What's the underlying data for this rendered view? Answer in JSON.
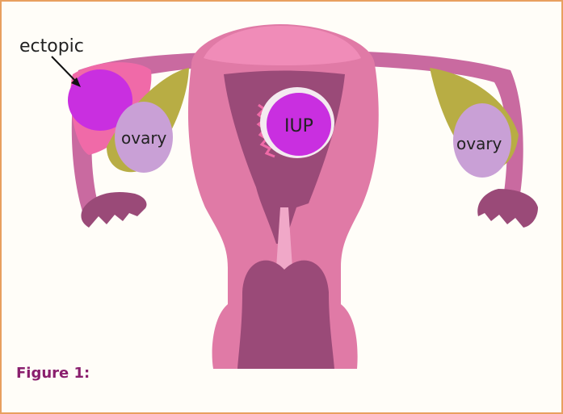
{
  "labels": {
    "ectopic": "ectopic",
    "ovary_left": "ovary",
    "ovary_right": "ovary",
    "iup": "IUP"
  },
  "caption": "Figure 1:",
  "colors": {
    "frame_border": "#e8a060",
    "caption": "#8a1f6e",
    "tissue_light": "#e07aa6",
    "tissue_dark": "#9a4a78",
    "ectopic_sac": "#c92fe0",
    "ovary": "#c9a0d6",
    "fat": "#b8ad44"
  }
}
